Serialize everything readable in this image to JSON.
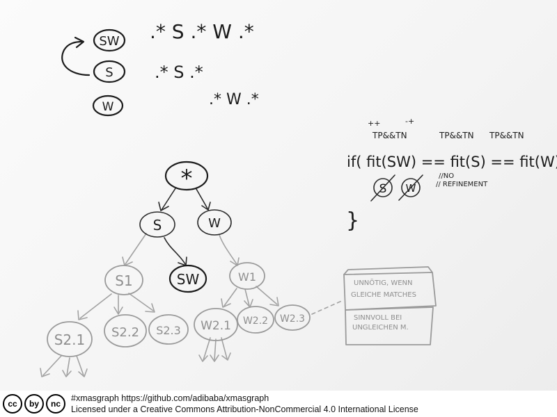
{
  "legend": {
    "rows": [
      {
        "node": "SW",
        "pattern": ".* S .* W .*"
      },
      {
        "node": "S",
        "pattern": ".* S .*"
      },
      {
        "node": "W",
        "pattern": ".* W .*"
      }
    ]
  },
  "code": {
    "plus_marks": "++",
    "minus_marks": "-+",
    "label_1": "TP&&TN",
    "label_2": "TP&&TN",
    "label_3": "TP&&TN",
    "line": "if( fit(SW) == fit(S) == fit(W) ) {",
    "note_no": "//NO",
    "note_refinement": "// REFINEMENT",
    "close_brace": "}"
  },
  "tree": {
    "root": "*",
    "s": "S",
    "w": "W",
    "sw": "SW",
    "s1": "S1",
    "w1": "W1",
    "s21": "S2.1",
    "s22": "S2.2",
    "s23": "S2.3",
    "w21": "W2.1",
    "w22": "W2.2",
    "w23": "W2.3"
  },
  "notes": {
    "top": [
      "UNNÖTIG, WENN",
      "GLEICHE MATCHES"
    ],
    "bottom": [
      "SINNVOLL BEI",
      "UNGLEICHEN M."
    ]
  },
  "footer": {
    "line1": "#xmasgraph https://github.com/adibaba/xmasgraph",
    "line2": "Licensed under a Creative Commons Attribution-NonCommercial 4.0 International License",
    "badges": [
      "cc",
      "by",
      "nc"
    ]
  }
}
